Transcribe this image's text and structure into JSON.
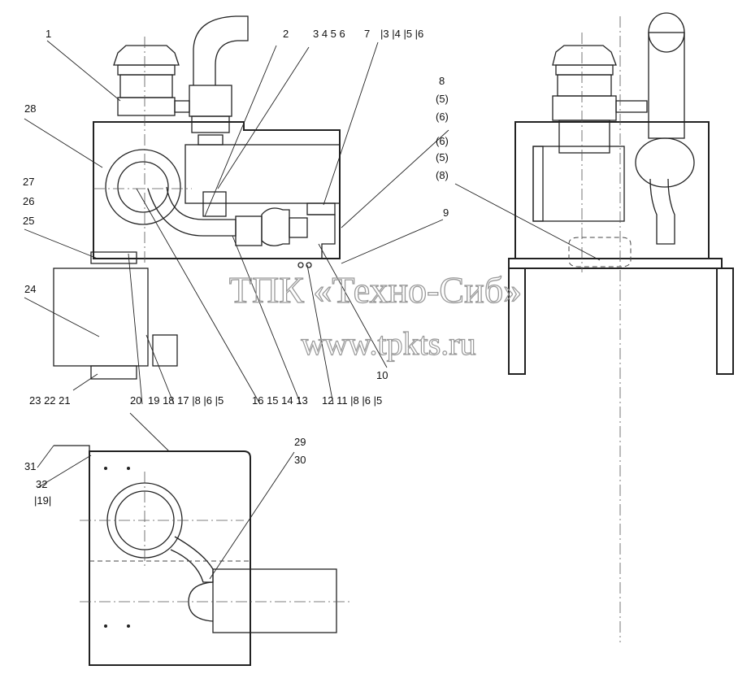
{
  "watermark": {
    "line1": "ТПК «Техно-Сиб»",
    "line2": "www.tpkts.ru"
  },
  "callouts": [
    {
      "id": "c1",
      "text": "1"
    },
    {
      "id": "c2",
      "text": "2"
    },
    {
      "id": "c3",
      "text": "3 4  5  6"
    },
    {
      "id": "c7",
      "text": "7"
    },
    {
      "id": "c7b",
      "text": "|3 |4 |5 |6"
    },
    {
      "id": "c8",
      "text": "8"
    },
    {
      "id": "c8a",
      "text": "(5)"
    },
    {
      "id": "c8b",
      "text": "(6)"
    },
    {
      "id": "c6c",
      "text": "(6)"
    },
    {
      "id": "c5c",
      "text": "(5)"
    },
    {
      "id": "c8c",
      "text": "(8)"
    },
    {
      "id": "c9",
      "text": "9"
    },
    {
      "id": "c10",
      "text": "10"
    },
    {
      "id": "c28",
      "text": "28"
    },
    {
      "id": "c27",
      "text": "27"
    },
    {
      "id": "c26",
      "text": "26"
    },
    {
      "id": "c25",
      "text": "25"
    },
    {
      "id": "c24",
      "text": "24"
    },
    {
      "id": "c23",
      "text": "23  22  21"
    },
    {
      "id": "c20",
      "text": "20"
    },
    {
      "id": "cbottom",
      "text": "19 18 17 |8 |6 |5"
    },
    {
      "id": "cmid",
      "text": "16 15 14 13"
    },
    {
      "id": "cright",
      "text": "12 11 |8 |6 |5"
    },
    {
      "id": "c29",
      "text": "29"
    },
    {
      "id": "c30",
      "text": "30"
    },
    {
      "id": "c31",
      "text": "31"
    },
    {
      "id": "c32",
      "text": "32"
    },
    {
      "id": "c19b",
      "text": "|19|"
    }
  ]
}
